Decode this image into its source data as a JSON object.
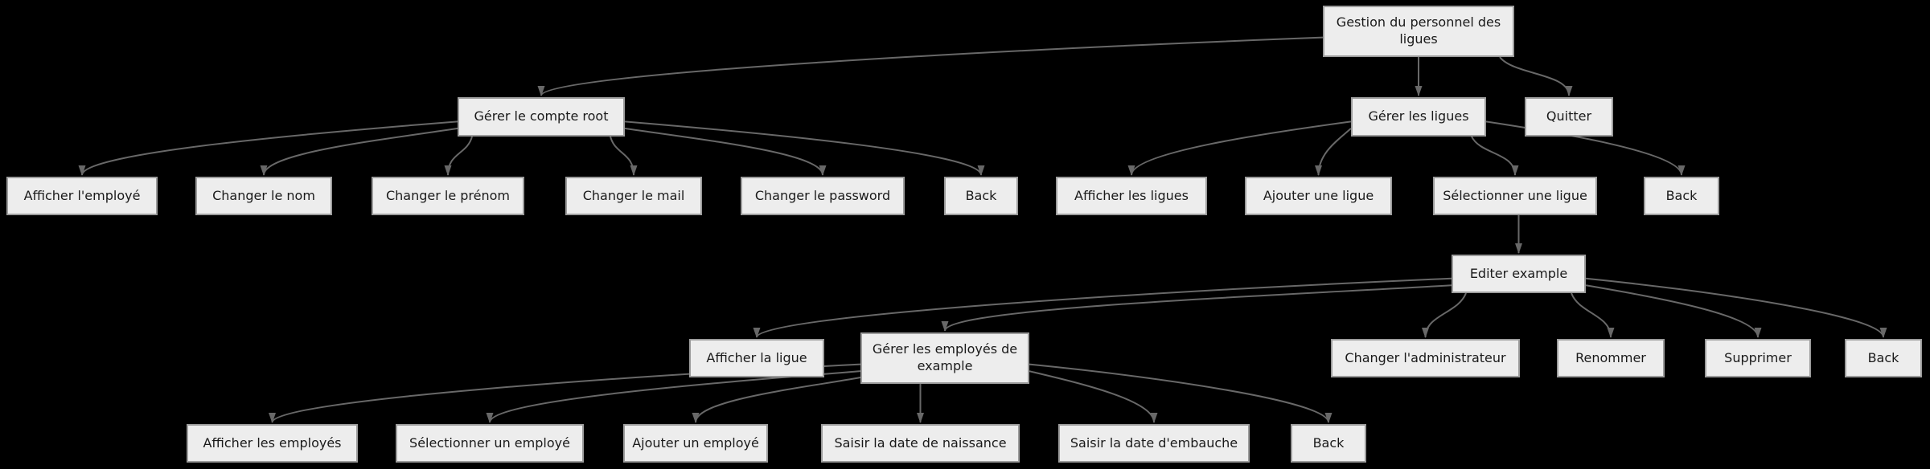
{
  "diagram": {
    "title_hint": "menu-tree",
    "colors": {
      "background": "#000000",
      "node_fill": "#ededed",
      "node_border": "#9c9c9c",
      "edge": "#686868",
      "text": "#1a1a1a"
    },
    "nodes": [
      {
        "id": "root",
        "label": "Gestion du personnel des ligues"
      },
      {
        "id": "gerer-compte-root",
        "label": "Gérer le compte root"
      },
      {
        "id": "gerer-les-ligues",
        "label": "Gérer les ligues"
      },
      {
        "id": "quitter",
        "label": "Quitter"
      },
      {
        "id": "afficher-employe",
        "label": "Afficher l'employé"
      },
      {
        "id": "changer-nom",
        "label": "Changer le nom"
      },
      {
        "id": "changer-prenom",
        "label": "Changer le prénom"
      },
      {
        "id": "changer-mail",
        "label": "Changer le mail"
      },
      {
        "id": "changer-password",
        "label": "Changer le password"
      },
      {
        "id": "back-compte",
        "label": "Back"
      },
      {
        "id": "afficher-ligues",
        "label": "Afficher les ligues"
      },
      {
        "id": "ajouter-ligue",
        "label": "Ajouter une ligue"
      },
      {
        "id": "selectionner-ligue",
        "label": "Sélectionner une ligue"
      },
      {
        "id": "back-ligues",
        "label": "Back"
      },
      {
        "id": "editer-example",
        "label": "Editer example"
      },
      {
        "id": "afficher-la-ligue",
        "label": "Afficher la ligue"
      },
      {
        "id": "gerer-employes",
        "label": "Gérer les employés de example"
      },
      {
        "id": "changer-administrateur",
        "label": "Changer l'administrateur"
      },
      {
        "id": "renommer",
        "label": "Renommer"
      },
      {
        "id": "supprimer",
        "label": "Supprimer"
      },
      {
        "id": "back-editer",
        "label": "Back"
      },
      {
        "id": "afficher-employes",
        "label": "Afficher les employés"
      },
      {
        "id": "selectionner-employe",
        "label": "Sélectionner un employé"
      },
      {
        "id": "ajouter-employe",
        "label": "Ajouter un employé"
      },
      {
        "id": "saisir-naissance",
        "label": "Saisir la date de naissance"
      },
      {
        "id": "saisir-embauche",
        "label": "Saisir la date d'embauche"
      },
      {
        "id": "back-employes",
        "label": "Back"
      }
    ],
    "edges": [
      {
        "from": "root",
        "to": "gerer-compte-root"
      },
      {
        "from": "root",
        "to": "gerer-les-ligues"
      },
      {
        "from": "root",
        "to": "quitter"
      },
      {
        "from": "gerer-compte-root",
        "to": "afficher-employe"
      },
      {
        "from": "gerer-compte-root",
        "to": "changer-nom"
      },
      {
        "from": "gerer-compte-root",
        "to": "changer-prenom"
      },
      {
        "from": "gerer-compte-root",
        "to": "changer-mail"
      },
      {
        "from": "gerer-compte-root",
        "to": "changer-password"
      },
      {
        "from": "gerer-compte-root",
        "to": "back-compte"
      },
      {
        "from": "gerer-les-ligues",
        "to": "afficher-ligues"
      },
      {
        "from": "gerer-les-ligues",
        "to": "ajouter-ligue"
      },
      {
        "from": "gerer-les-ligues",
        "to": "selectionner-ligue"
      },
      {
        "from": "gerer-les-ligues",
        "to": "back-ligues"
      },
      {
        "from": "selectionner-ligue",
        "to": "editer-example"
      },
      {
        "from": "editer-example",
        "to": "afficher-la-ligue"
      },
      {
        "from": "editer-example",
        "to": "gerer-employes"
      },
      {
        "from": "editer-example",
        "to": "changer-administrateur"
      },
      {
        "from": "editer-example",
        "to": "renommer"
      },
      {
        "from": "editer-example",
        "to": "supprimer"
      },
      {
        "from": "editer-example",
        "to": "back-editer"
      },
      {
        "from": "gerer-employes",
        "to": "afficher-employes"
      },
      {
        "from": "gerer-employes",
        "to": "selectionner-employe"
      },
      {
        "from": "gerer-employes",
        "to": "ajouter-employe"
      },
      {
        "from": "gerer-employes",
        "to": "saisir-naissance"
      },
      {
        "from": "gerer-employes",
        "to": "saisir-embauche"
      },
      {
        "from": "gerer-employes",
        "to": "back-employes"
      }
    ]
  }
}
